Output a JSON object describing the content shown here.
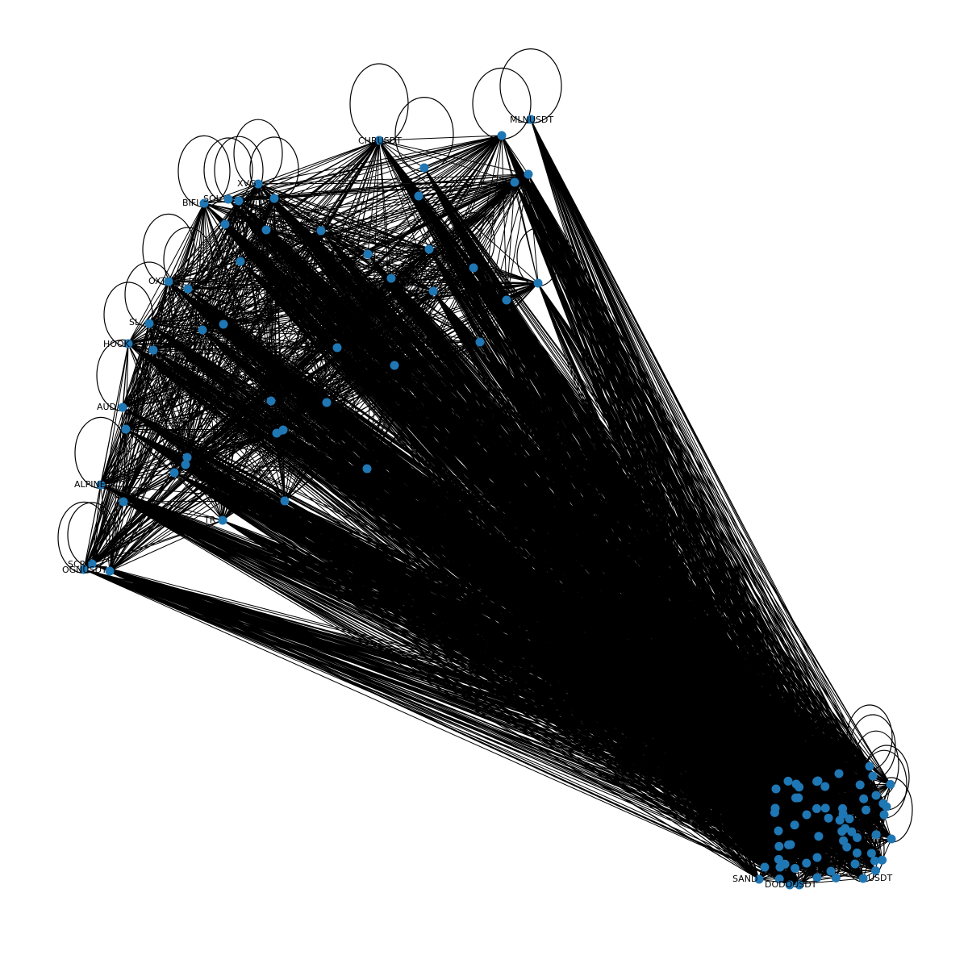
{
  "colors": {
    "background": "#ffffff",
    "edge": "#000000",
    "node": "#1f77b4",
    "label": "#000000"
  },
  "graph": {
    "labels": [
      {
        "id": "mln",
        "text": "MLNUSDT"
      },
      {
        "id": "chr",
        "text": "CHRUSDT"
      },
      {
        "id": "xvg",
        "text": "XVG"
      },
      {
        "id": "sol",
        "text": "SOL"
      },
      {
        "id": "bifi",
        "text": "BIFI"
      },
      {
        "id": "oxt",
        "text": "OXT"
      },
      {
        "id": "sl",
        "text": "SL"
      },
      {
        "id": "hook",
        "text": "HOOK"
      },
      {
        "id": "aud",
        "text": "AUD"
      },
      {
        "id": "alpine",
        "text": "ALPINE"
      },
      {
        "id": "scrt",
        "text": "SCRT"
      },
      {
        "id": "ogn",
        "text": "OGNUSDT"
      },
      {
        "id": "tr",
        "text": "TR"
      },
      {
        "id": "usd-right",
        "text": "USDT"
      },
      {
        "id": "dodo",
        "text": "DODOUSDT"
      },
      {
        "id": "sand",
        "text": "SAND"
      }
    ]
  }
}
